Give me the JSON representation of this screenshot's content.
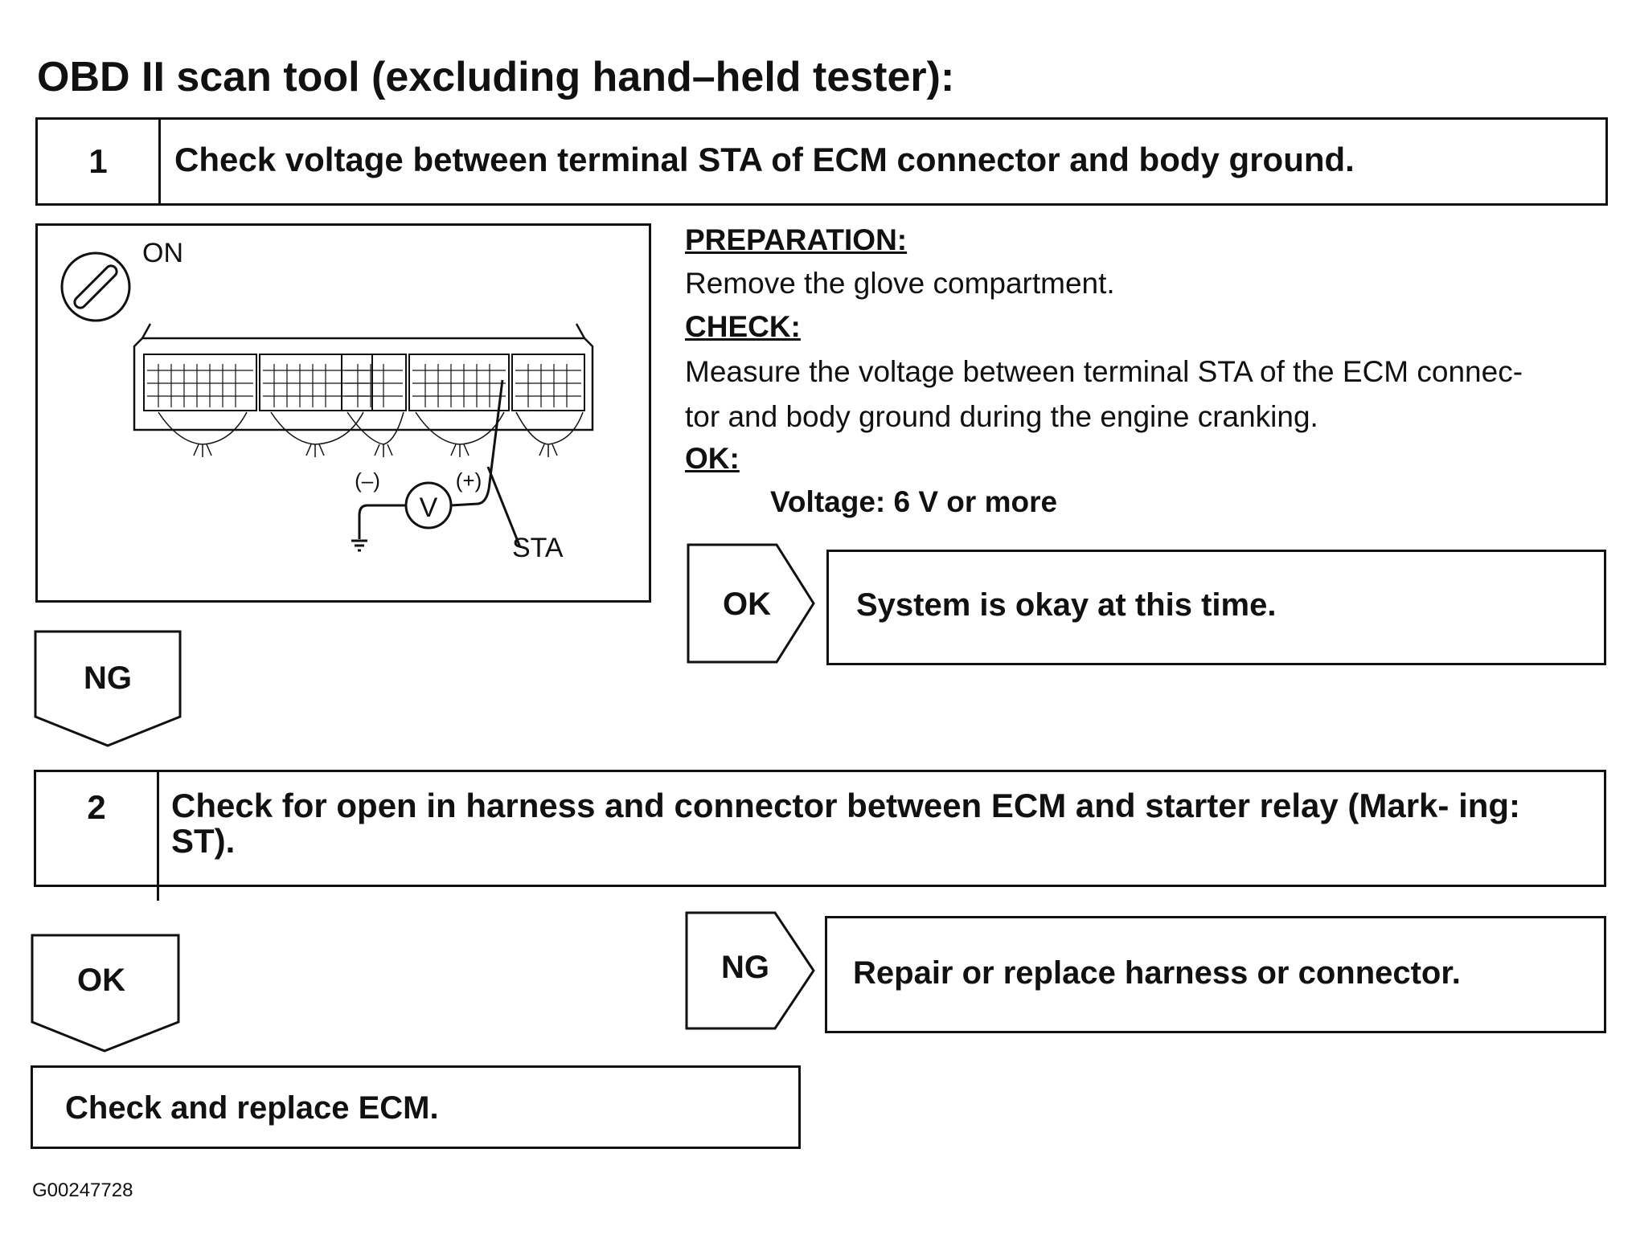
{
  "title": "OBD II scan tool (excluding hand–held tester):",
  "step1": {
    "number": "1",
    "text": "Check voltage between terminal STA of ECM connector and body ground."
  },
  "figure": {
    "ignition_label": "ON",
    "minus_label": "(–)",
    "plus_label": "(+)",
    "voltmeter_symbol": "V",
    "terminal_label": "STA"
  },
  "instructions": {
    "preparation_heading": "PREPARATION:",
    "preparation_text": "Remove the glove compartment.",
    "check_heading": "CHECK:",
    "check_line1": "Measure the voltage between terminal STA of the ECM connec-",
    "check_line2": "tor and body ground during the engine cranking.",
    "ok_heading": "OK:",
    "ok_spec": "Voltage: 6 V or more"
  },
  "ok_branch1": {
    "label": "OK",
    "result": "System is okay at this time."
  },
  "ng_branch1": {
    "label": "NG"
  },
  "step2": {
    "number": "2",
    "text": "Check for open in harness and connector between ECM and starter relay (Mark- ing: ST)."
  },
  "ng_branch2": {
    "label": "NG",
    "result": "Repair or replace harness or connector."
  },
  "ok_branch2": {
    "label": "OK"
  },
  "final_box": {
    "text": "Check and replace ECM."
  },
  "figure_id": "G00247728"
}
